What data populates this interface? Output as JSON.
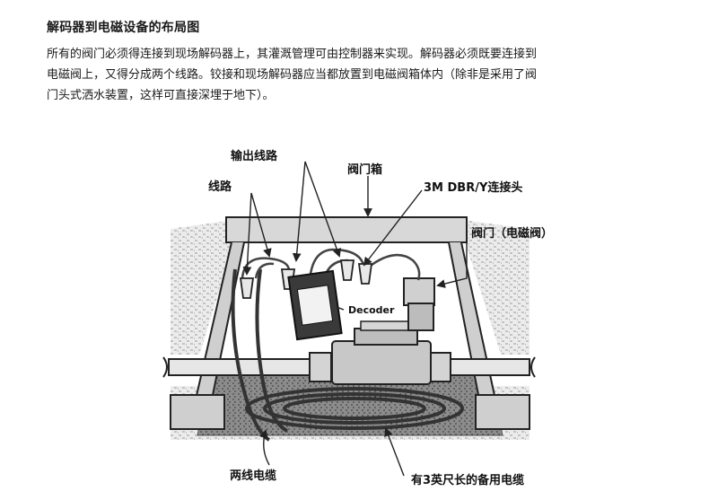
{
  "document": {
    "heading": "解码器到电磁设备的布局图",
    "paragraph_lines": [
      "所有的阀门必须得连接到现场解码器上，其灌溉管理可由控制器来实现。解码器必须既要连接到",
      "电磁阀上，又得分成两个线路。铰接和现场解码器应当都放置到电磁阀箱体内（除非是采用了阀",
      "门头式洒水装置，这样可直接深埋于地下）。"
    ]
  },
  "diagram": {
    "labels": {
      "output_lines": "输出线路",
      "valve_box": "阀门箱",
      "lines": "线路",
      "connector": "3M DBR/Y连接头",
      "valve": "阀门（电磁阀）",
      "decoder": "Decoder",
      "two_wire_cable": "两线电缆",
      "spare_cable": "有3英尺长的备用电缆"
    }
  }
}
